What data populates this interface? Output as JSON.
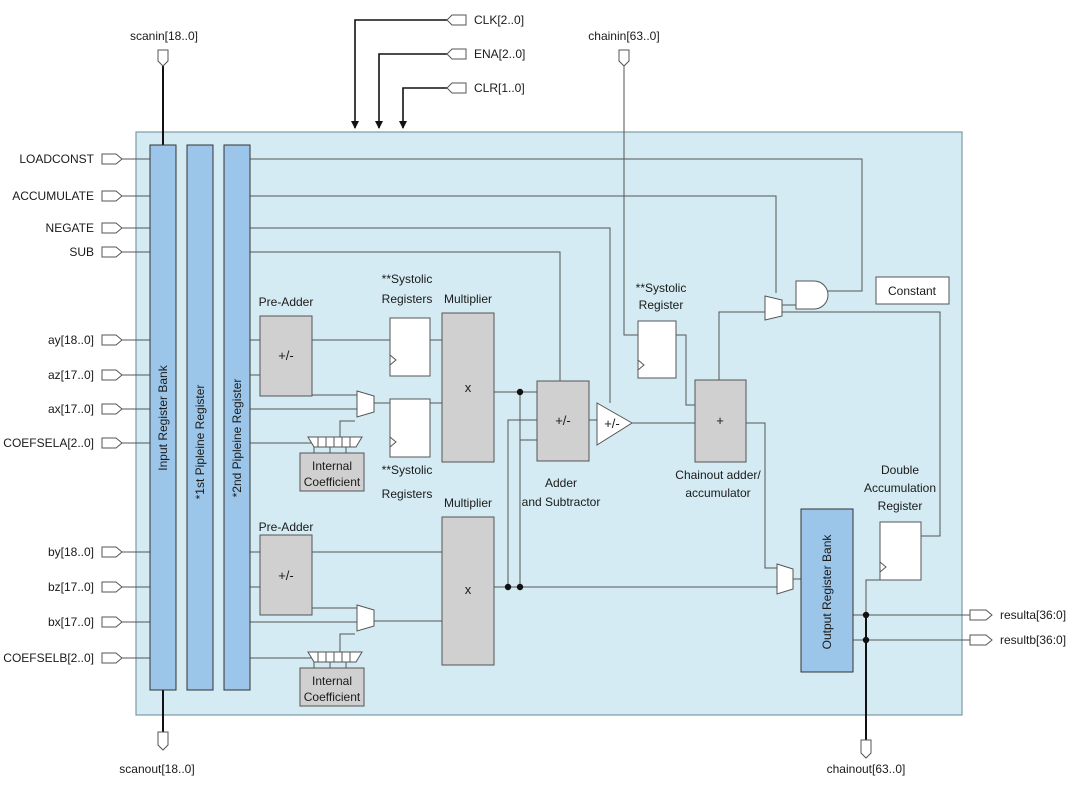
{
  "title": "",
  "inputs_left": {
    "loadconst": "LOADCONST",
    "accumulate": "ACCUMULATE",
    "negate": "NEGATE",
    "sub": "SUB",
    "ay": "ay[18..0]",
    "az": "az[17..0]",
    "ax": "ax[17..0]",
    "coefsela": "COEFSELA[2..0]",
    "by": "by[18..0]",
    "bz": "bz[17..0]",
    "bx": "bx[17..0]",
    "coefselb": "COEFSELB[2..0]"
  },
  "inputs_top": {
    "scanin": "scanin[18..0]",
    "clk": "CLK[2..0]",
    "ena": "ENA[2..0]",
    "clr": "CLR[1..0]",
    "chainin": "chainin[63..0]"
  },
  "outputs": {
    "scanout": "scanout[18..0]",
    "chainout": "chainout[63..0]",
    "resulta": "resulta[36:0]",
    "resultb": "resultb[36:0]"
  },
  "registers": {
    "input_bank": "Input Register Bank",
    "pipeline1": "*1st Pipleine Register",
    "pipeline2": "*2nd Pipleine Register",
    "output_bank": "Output Register Bank"
  },
  "blocks": {
    "pre_adder_top": "Pre-Adder",
    "pre_adder_bottom": "Pre-Adder",
    "pre_adder_op": "+/-",
    "systolic_top_l1": "**Systolic",
    "systolic_top_l2": "Registers",
    "systolic_bot_l1": "**Systolic",
    "systolic_bot_l2": "Registers",
    "multiplier_top": "Multiplier",
    "multiplier_bottom": "Multiplier",
    "mult_op": "x",
    "internal_coef_l1": "Internal",
    "internal_coef_l2": "Coefficient",
    "adder_op": "+/-",
    "adder_l1": "Adder",
    "adder_l2": "and Subtractor",
    "neg_op": "+/-",
    "systolic_reg_l1": "**Systolic",
    "systolic_reg_l2": "Register",
    "chain_op": "+",
    "chain_l1": "Chainout adder/",
    "chain_l2": "accumulator",
    "constant": "Constant",
    "double_l1": "Double",
    "double_l2": "Accumulation",
    "double_l3": "Register"
  },
  "colors": {
    "panel": "#d4ebf3",
    "panel_border": "#7b9aa6",
    "register_blue": "#9cc6e9",
    "block_gray": "#d0d0d0",
    "wire": "#444444"
  }
}
